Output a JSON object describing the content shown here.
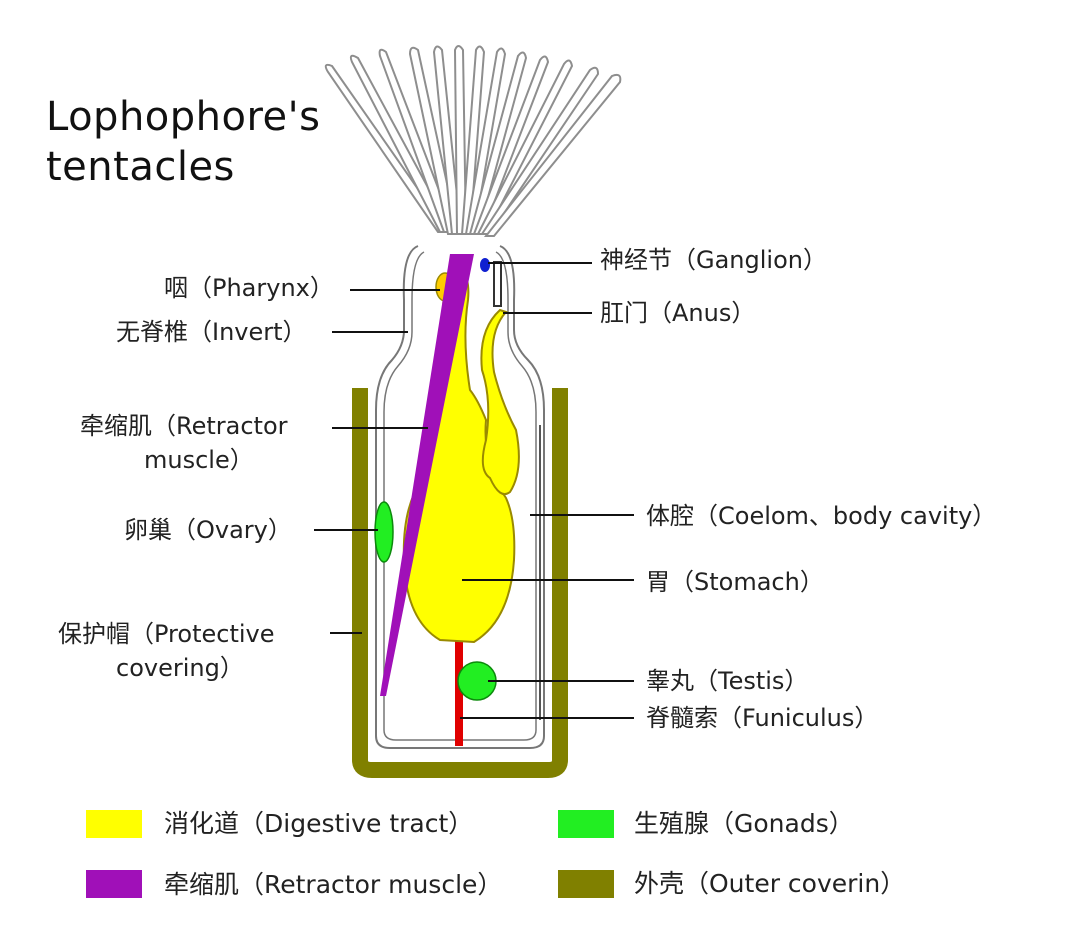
{
  "title": {
    "line1": "Lophophore's",
    "line2": "tentacles"
  },
  "labels": {
    "ganglion": "神经节（Ganglion）",
    "pharynx": "咽（Pharynx）",
    "anus": "肛门（Anus）",
    "invert": "无脊椎（Invert）",
    "retractor_line1": "牵缩肌（Retractor",
    "retractor_line2": "muscle）",
    "ovary": "卵巢（Ovary）",
    "coelom": "体腔（Coelom、body cavity）",
    "stomach": "胃（Stomach）",
    "protective_line1": "保护帽（Protective",
    "protective_line2": "covering）",
    "testis": "睾丸（Testis）",
    "funiculus": "脊髓索（Funiculus）"
  },
  "legend": [
    {
      "label": "消化道（Digestive tract）",
      "color": "#ffff00"
    },
    {
      "label": "生殖腺（Gonads）",
      "color": "#22ee22"
    },
    {
      "label": "牵缩肌（Retractor muscle）",
      "color": "#a010b8"
    },
    {
      "label": "外壳（Outer coverin）",
      "color": "#808000"
    }
  ],
  "colors": {
    "digestive": "#ffff00",
    "gonads": "#22ee22",
    "retractor": "#a010b8",
    "outer_covering": "#808000",
    "funiculus": "#e00000",
    "ganglion": "#1020d0",
    "tentacle": "#9a9a9a"
  }
}
